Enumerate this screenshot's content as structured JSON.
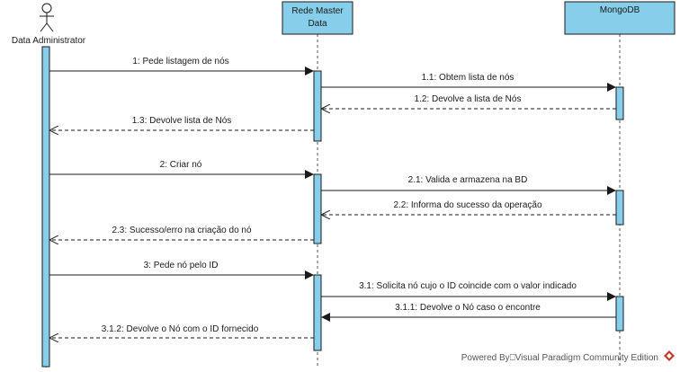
{
  "colors": {
    "box_fill": "#87CEEB",
    "activation_fill": "#87CEEB",
    "stroke": "#1a1a1a",
    "lifeline": "#555555",
    "background": "#ffffff",
    "watermark_icon": "#c0392b"
  },
  "participants": [
    {
      "id": "admin",
      "type": "actor",
      "label": "Data Administrator"
    },
    {
      "id": "rmd",
      "type": "object",
      "label_lines": [
        "Rede Master",
        "Data"
      ]
    },
    {
      "id": "mongo",
      "type": "object",
      "label_lines": [
        "MongoDB"
      ]
    }
  ],
  "messages": [
    {
      "text": "1: Pede listagem de nós",
      "from": "admin",
      "to": "rmd",
      "kind": "sync"
    },
    {
      "text": "1.1: Obtem lista de nós",
      "from": "rmd",
      "to": "mongo",
      "kind": "sync"
    },
    {
      "text": "1.2: Devolve a lista de Nós",
      "from": "mongo",
      "to": "rmd",
      "kind": "return"
    },
    {
      "text": "1.3: Devolve lista de Nós",
      "from": "rmd",
      "to": "admin",
      "kind": "return"
    },
    {
      "text": "2: Criar nó",
      "from": "admin",
      "to": "rmd",
      "kind": "sync"
    },
    {
      "text": "2.1: Valida e armazena na BD",
      "from": "rmd",
      "to": "mongo",
      "kind": "sync"
    },
    {
      "text": "2.2: Informa do sucesso da operação",
      "from": "mongo",
      "to": "rmd",
      "kind": "return"
    },
    {
      "text": "2.3: Sucesso/erro na criação do nó",
      "from": "rmd",
      "to": "admin",
      "kind": "return"
    },
    {
      "text": "3: Pede nó pelo ID",
      "from": "admin",
      "to": "rmd",
      "kind": "sync"
    },
    {
      "text": "3.1: Solicita nó cujo o ID coincide com o valor indicado",
      "from": "rmd",
      "to": "mongo",
      "kind": "sync"
    },
    {
      "text": "3.1.1: Devolve o Nó caso o encontre",
      "from": "mongo",
      "to": "rmd",
      "kind": "sync"
    },
    {
      "text": "3.1.2: Devolve o Nó com o ID fornecido",
      "from": "rmd",
      "to": "admin",
      "kind": "return"
    }
  ],
  "watermark": {
    "text": "Powered By⎕Visual Paradigm Community Edition",
    "icon": "visual-paradigm-logo-icon"
  }
}
